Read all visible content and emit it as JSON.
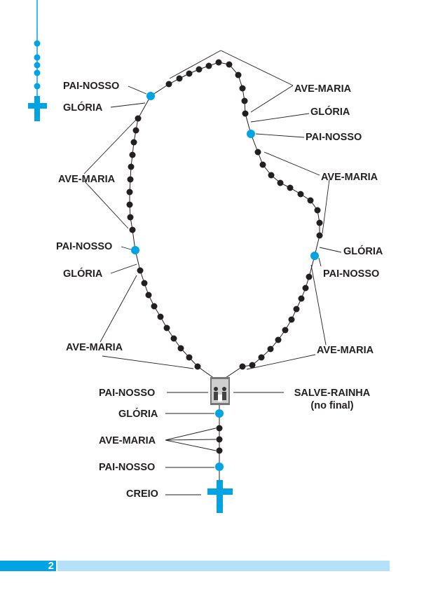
{
  "labels": {
    "pai_nosso": "PAI-NOSSO",
    "gloria": "GLÓRIA",
    "ave_maria": "AVE-MARIA",
    "salve_rainha": "SALVE-RAINHA",
    "no_final": "(no final)",
    "creio": "CREIO"
  },
  "colors": {
    "blue": "#00a3e4",
    "bead": "#231f20",
    "light_blue": "#b3e1f8"
  },
  "page_number": "2"
}
